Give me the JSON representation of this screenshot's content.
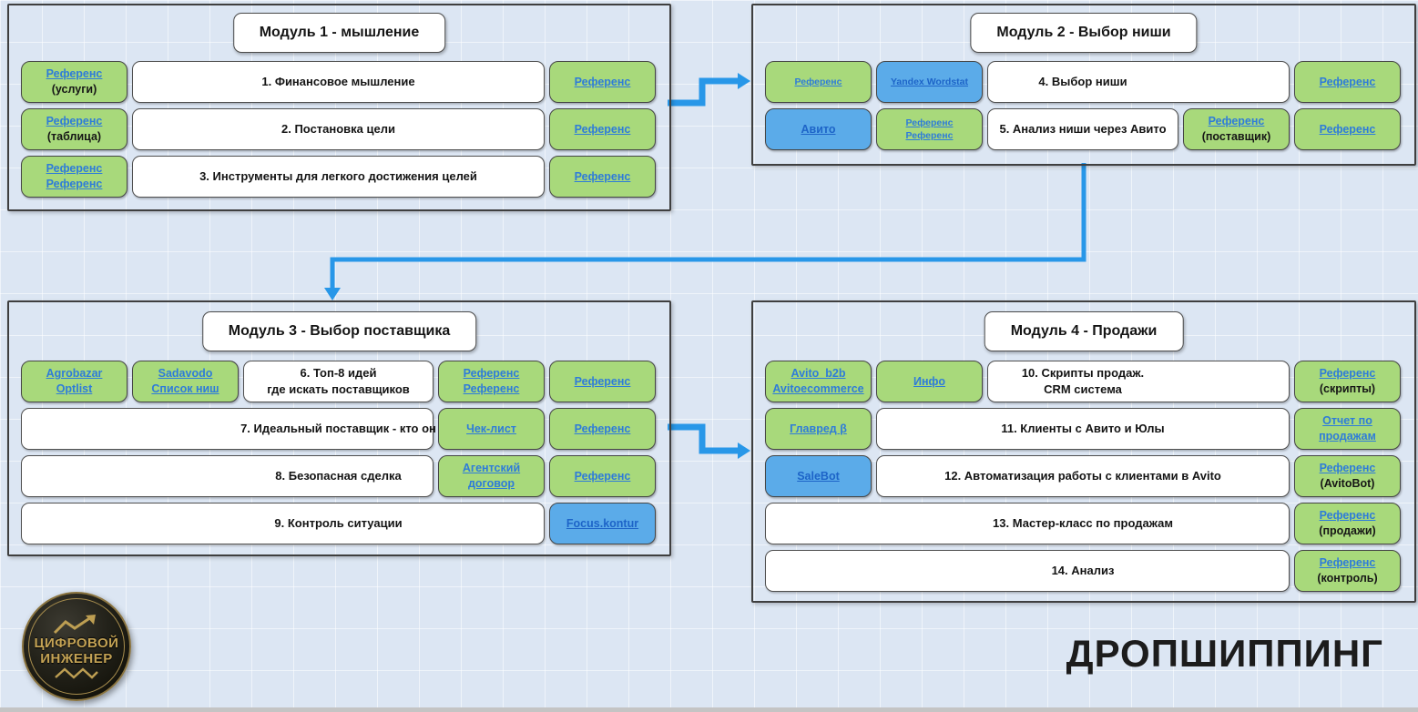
{
  "colors": {
    "bg": "#dce6f3",
    "green": "#a8d97b",
    "blue": "#5babe9",
    "link": "#2e7cd9",
    "link_on_blue": "#1d64c8",
    "arrow": "#2897e8"
  },
  "watermark": "ДРОПШИППИНГ",
  "logo": {
    "line1": "ЦИФРОВОЙ",
    "line2": "ИНЖЕНЕР"
  },
  "modules": [
    {
      "title": "Модуль 1 - мышление",
      "rows": [
        {
          "label": "1. Финансовое мышление",
          "cells": [
            {
              "kind": "btn",
              "variant": "green",
              "links": [
                "Референс"
              ],
              "note": "(услуги)"
            },
            {
              "kind": "bar"
            },
            {
              "kind": "btn",
              "variant": "green",
              "links": [
                "Референс"
              ]
            }
          ]
        },
        {
          "label": "2. Постановка цели",
          "cells": [
            {
              "kind": "btn",
              "variant": "green",
              "links": [
                "Референс"
              ],
              "note": "(таблица)"
            },
            {
              "kind": "bar"
            },
            {
              "kind": "btn",
              "variant": "green",
              "links": [
                "Референс"
              ]
            }
          ]
        },
        {
          "label": "3. Инструменты для легкого достижения целей",
          "cells": [
            {
              "kind": "btn",
              "variant": "green",
              "links": [
                "Референс",
                "Референс"
              ]
            },
            {
              "kind": "bar"
            },
            {
              "kind": "btn",
              "variant": "green",
              "links": [
                "Референс"
              ]
            }
          ]
        }
      ]
    },
    {
      "title": "Модуль 2 - Выбор ниши",
      "rows": [
        {
          "label": "4. Выбор ниши",
          "cells": [
            {
              "kind": "btn",
              "variant": "green",
              "small": true,
              "links": [
                "Референс"
              ]
            },
            {
              "kind": "btn",
              "variant": "blue",
              "small": true,
              "links": [
                "Yandex Wordstat"
              ]
            },
            {
              "kind": "bar"
            },
            {
              "kind": "btn",
              "variant": "green",
              "links": [
                "Референс"
              ]
            }
          ]
        },
        {
          "label": "5. Анализ ниши через Авито",
          "cells": [
            {
              "kind": "btn",
              "variant": "blue",
              "links": [
                "Авито"
              ]
            },
            {
              "kind": "btn",
              "variant": "green",
              "small": true,
              "links": [
                "Референс",
                "Референс"
              ]
            },
            {
              "kind": "bar"
            },
            {
              "kind": "btn",
              "variant": "green",
              "links": [
                "Референс"
              ],
              "note": "(поставщик)"
            },
            {
              "kind": "btn",
              "variant": "green",
              "links": [
                "Референс"
              ]
            }
          ]
        }
      ]
    },
    {
      "title": "Модуль 3 - Выбор поставщика",
      "rows": [
        {
          "label": "6. Топ-8 идей\nгде искать поставщиков",
          "cells": [
            {
              "kind": "btn",
              "variant": "green",
              "links": [
                "Agrobazar",
                "Optlist"
              ]
            },
            {
              "kind": "btn",
              "variant": "green",
              "links": [
                "Sadavodo",
                "Список ниш"
              ]
            },
            {
              "kind": "bar"
            },
            {
              "kind": "btn",
              "variant": "green",
              "links": [
                "Референс",
                "Референс"
              ]
            },
            {
              "kind": "btn",
              "variant": "green",
              "links": [
                "Референс"
              ]
            }
          ]
        },
        {
          "label": "7. Идеальный поставщик - кто он",
          "cells": [
            {
              "kind": "bar"
            },
            {
              "kind": "btn",
              "variant": "green",
              "links": [
                "Чек-лист"
              ]
            },
            {
              "kind": "btn",
              "variant": "green",
              "links": [
                "Референс"
              ]
            }
          ]
        },
        {
          "label": "8. Безопасная сделка",
          "cells": [
            {
              "kind": "bar"
            },
            {
              "kind": "btn",
              "variant": "green",
              "links": [
                "Агентский",
                "договор"
              ]
            },
            {
              "kind": "btn",
              "variant": "green",
              "links": [
                "Референс"
              ]
            }
          ]
        },
        {
          "label": "9. Контроль ситуации",
          "cells": [
            {
              "kind": "bar"
            },
            {
              "kind": "btn",
              "variant": "blue",
              "links": [
                "Focus.kontur"
              ]
            }
          ]
        }
      ]
    },
    {
      "title": "Модуль 4 - Продажи",
      "rows": [
        {
          "label": "10. Скрипты продаж.\nCRM система",
          "cells": [
            {
              "kind": "btn",
              "variant": "green",
              "links": [
                "Avito_b2b",
                "Avitoecommerce"
              ]
            },
            {
              "kind": "btn",
              "variant": "green",
              "links": [
                "Инфо"
              ]
            },
            {
              "kind": "bar"
            },
            {
              "kind": "btn",
              "variant": "green",
              "links": [
                "Референс"
              ],
              "note": "(скрипты)"
            }
          ]
        },
        {
          "label": "11. Клиенты с Авито и Юлы",
          "cells": [
            {
              "kind": "btn",
              "variant": "green",
              "links": [
                "Главред β"
              ]
            },
            {
              "kind": "bar"
            },
            {
              "kind": "btn",
              "variant": "green",
              "links": [
                "Отчет по",
                "продажам"
              ]
            }
          ]
        },
        {
          "label": "12. Автоматизация работы с клиентами в Avito",
          "cells": [
            {
              "kind": "btn",
              "variant": "blue",
              "links": [
                "SaleBot"
              ]
            },
            {
              "kind": "bar"
            },
            {
              "kind": "btn",
              "variant": "green",
              "links": [
                "Референс"
              ],
              "note": "(AvitoBot)"
            }
          ]
        },
        {
          "label": "13. Мастер-класс по продажам",
          "cells": [
            {
              "kind": "bar"
            },
            {
              "kind": "btn",
              "variant": "green",
              "links": [
                "Референс"
              ],
              "note": "(продажи)"
            }
          ]
        },
        {
          "label": "14. Анализ",
          "cells": [
            {
              "kind": "bar"
            },
            {
              "kind": "btn",
              "variant": "green",
              "links": [
                "Референс"
              ],
              "note": "(контроль)"
            }
          ]
        }
      ]
    }
  ]
}
